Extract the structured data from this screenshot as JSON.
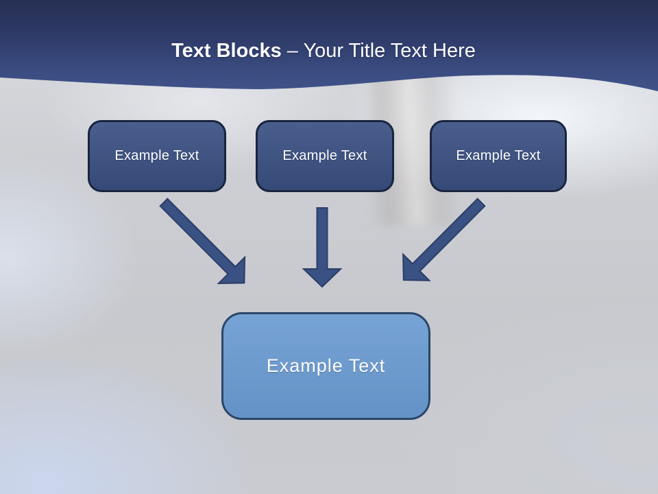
{
  "header": {
    "title_bold": "Text Blocks",
    "title_separator": " – ",
    "title_rest": "Your Title Text Here"
  },
  "diagram": {
    "source_blocks": [
      {
        "label": "Example Text"
      },
      {
        "label": "Example Text"
      },
      {
        "label": "Example Text"
      }
    ],
    "arrows": [
      {
        "name": "arrow-down-right",
        "direction": "down-right"
      },
      {
        "name": "arrow-down",
        "direction": "down"
      },
      {
        "name": "arrow-down-left",
        "direction": "down-left"
      }
    ],
    "target_block": {
      "label": "Example Text"
    }
  },
  "colors": {
    "header_top": "#262f54",
    "header_bottom": "#40538a",
    "title_text": "#ffffff",
    "block_fill": "#3c5284",
    "block_border": "#1a2440",
    "block_text": "#ffffff",
    "target_fill": "#6b9bd1",
    "target_border": "#2a4668",
    "arrow_fill": "#3a5183",
    "arrow_border": "#2c3d66",
    "background_base": "#c8cacf"
  }
}
